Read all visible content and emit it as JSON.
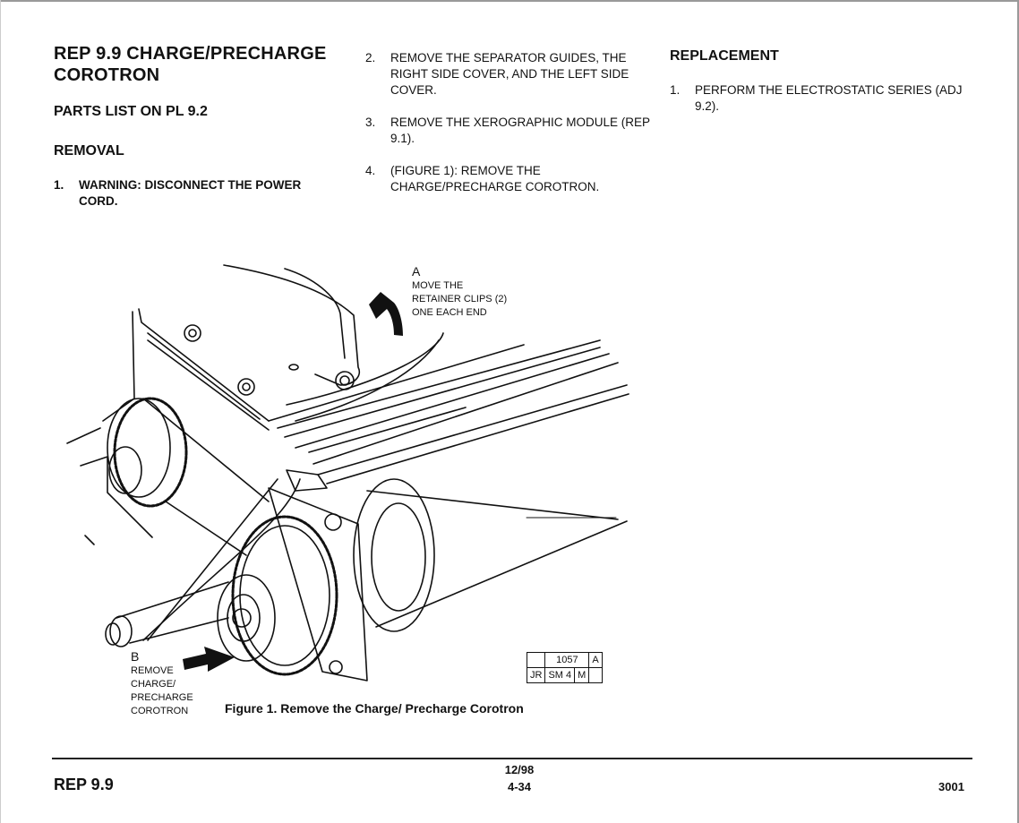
{
  "header": {
    "title": "REP 9.9 CHARGE/PRECHARGE COROTRON",
    "parts_list": "PARTS LIST ON PL 9.2",
    "removal_heading": "REMOVAL",
    "replacement_heading": "REPLACEMENT"
  },
  "removal_steps": [
    {
      "num": "1.",
      "text": "WARNING: DISCONNECT THE POWER CORD."
    },
    {
      "num": "2.",
      "text": "REMOVE THE SEPARATOR GUIDES, THE RIGHT SIDE COVER, AND THE LEFT SIDE COVER."
    },
    {
      "num": "3.",
      "text": "REMOVE THE XEROGRAPHIC MODULE (REP 9.1)."
    },
    {
      "num": "4.",
      "text": "(FIGURE 1): REMOVE THE CHARGE/PRECHARGE COROTRON."
    }
  ],
  "replacement_steps": [
    {
      "num": "1.",
      "text": "PERFORM THE ELECTROSTATIC SERIES (ADJ 9.2)."
    }
  ],
  "figure": {
    "callout_a": {
      "letter": "A",
      "text": "MOVE THE RETAINER CLIPS (2) ONE EACH END"
    },
    "callout_b": {
      "letter": "B",
      "line1": "REMOVE",
      "line2": "CHARGE/",
      "line3": "PRECHARGE",
      "line4": "COROTRON"
    },
    "caption": "Figure 1. Remove the Charge/ Precharge Corotron",
    "ref_box": {
      "number": "1057",
      "rev": "A",
      "author": "JR",
      "code": "SM 4",
      "type": "M",
      "blank": ""
    }
  },
  "footer": {
    "section": "REP 9.9",
    "date": "12/98",
    "page": "4-34",
    "model": "3001"
  },
  "colors": {
    "ink": "#111111",
    "paper": "#ffffff"
  }
}
